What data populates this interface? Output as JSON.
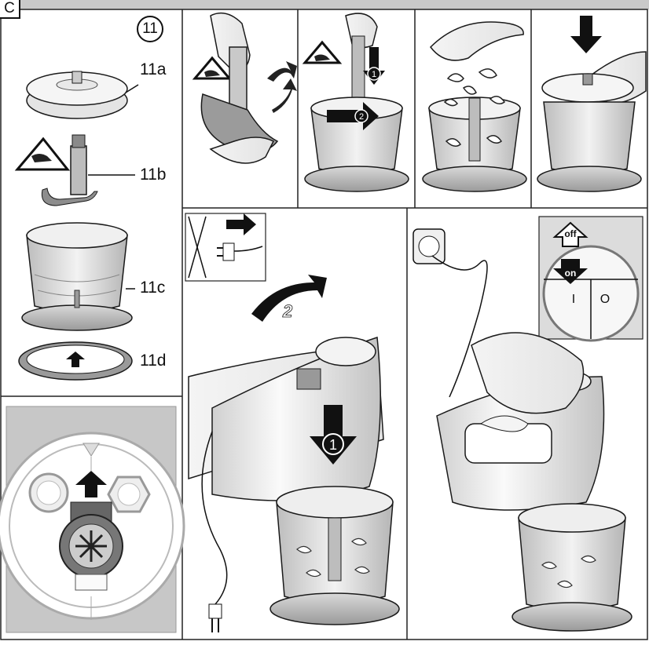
{
  "section": "C",
  "step": "11",
  "parts": {
    "lid": "11a",
    "blade": "11b",
    "bowl": "11c",
    "base": "11d"
  },
  "switch": {
    "off": "off",
    "on": "on",
    "pos1": "I",
    "pos0": "O"
  },
  "arrows": {
    "push": "1",
    "turn": "2",
    "push_big": "1",
    "turn_big": "2"
  },
  "colors": {
    "outline": "#1a1a1a",
    "panel_border": "#222222",
    "gray_band": "#c9c9c9",
    "arrow": "#1e1e1e",
    "plastic": "#e6e6e6"
  }
}
